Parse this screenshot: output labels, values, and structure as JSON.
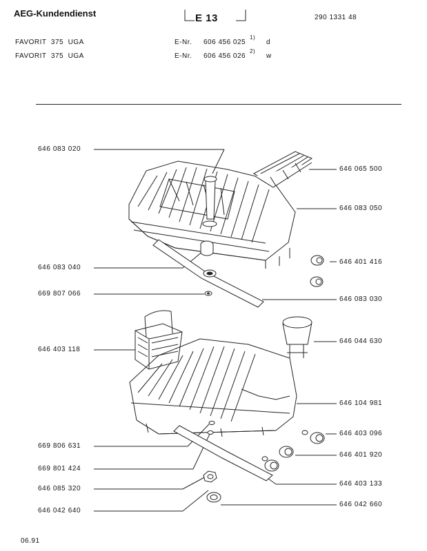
{
  "header": {
    "brand": "AEG-Kundendienst",
    "page_code": "E 13",
    "doc_number": "290 1331 48"
  },
  "models": [
    {
      "name": "FAVORIT  375  UGA",
      "enr_label": "E-Nr.",
      "enr": "606 456 025",
      "footnote": "1)",
      "suffix": "d"
    },
    {
      "name": "FAVORIT  375  UGA",
      "enr_label": "E-Nr.",
      "enr": "606 456 026",
      "footnote": "2)",
      "suffix": "w"
    }
  ],
  "parts_left": [
    "646 083 020",
    "646 083 040",
    "669 807 066",
    "646 403 118",
    "669 806 631",
    "669 801 424",
    "646 085 320",
    "646 042 640"
  ],
  "parts_right": [
    "646 065 500",
    "646 083 050",
    "646 401 416",
    "646 083 030",
    "646 044 630",
    "646 104 981",
    "646 403 096",
    "646 401 920",
    "646 403 133",
    "646 042 660"
  ],
  "footer": {
    "date": "06.91"
  }
}
